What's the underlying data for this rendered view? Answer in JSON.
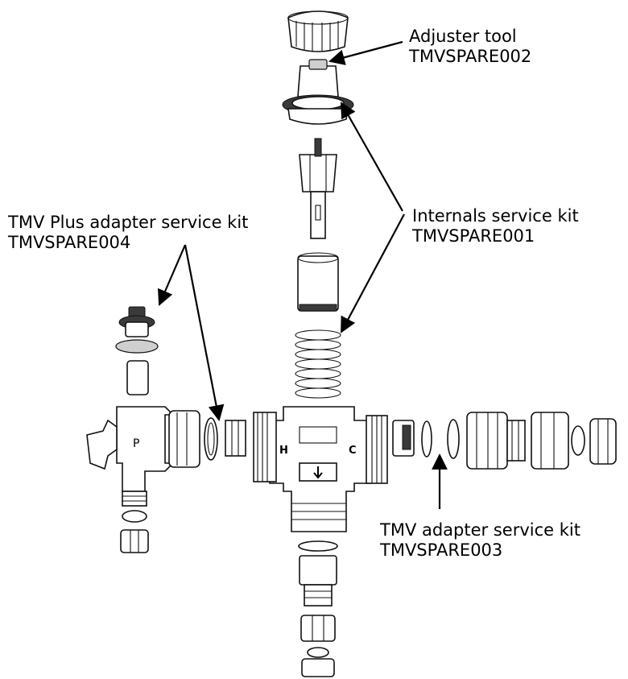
{
  "callouts": {
    "adjuster_tool": {
      "name": "Adjuster tool",
      "code": "TMVSPARE002"
    },
    "internals_kit": {
      "name": "Internals service kit",
      "code": "TMVSPARE001"
    },
    "plus_adapter_kit": {
      "name": "TMV Plus adapter service kit",
      "code": "TMVSPARE004"
    },
    "adapter_kit": {
      "name": "TMV adapter service kit",
      "code": "TMVSPARE003"
    }
  },
  "body_marks": {
    "hot": "H",
    "cold": "C"
  },
  "colors": {
    "ink": "#000000",
    "part_fill": "#ffffff",
    "shade": "#cfcfcf"
  }
}
